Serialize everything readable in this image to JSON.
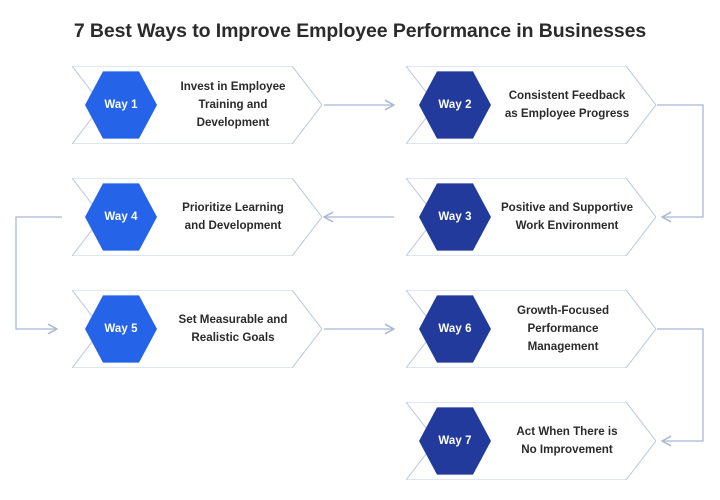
{
  "title": "7 Best Ways to Improve Employee Performance in Businesses",
  "colors": {
    "accent_bright_blue": "#2563E8",
    "accent_dark_navy": "#223A9B",
    "card_outline": "#c2ccdf",
    "connector": "#a9b8d4",
    "title_text": "#2b2b2b",
    "body_text": "#2b2b2b",
    "background": "#ffffff"
  },
  "steps": [
    {
      "badge": "Way 1",
      "text": "Invest in Employee Training and Development",
      "line1": "Invest in Employee",
      "line2": "Training and Development",
      "shade": "bright",
      "column": "left",
      "row": 1
    },
    {
      "badge": "Way 2",
      "text": "Consistent Feedback as Employee Progress",
      "line1": "Consistent Feedback",
      "line2": "as Employee Progress",
      "shade": "navy",
      "column": "right",
      "row": 1
    },
    {
      "badge": "Way 3",
      "text": "Positive and Supportive Work Environment",
      "line1": "Positive and Supportive",
      "line2": "Work Environment",
      "shade": "navy",
      "column": "right",
      "row": 2
    },
    {
      "badge": "Way 4",
      "text": "Prioritize Learning and Development",
      "line1": "Prioritize Learning",
      "line2": "and Development",
      "shade": "bright",
      "column": "left",
      "row": 2
    },
    {
      "badge": "Way 5",
      "text": "Set Measurable and Realistic Goals",
      "line1": "Set Measurable and",
      "line2": "Realistic Goals",
      "shade": "bright",
      "column": "left",
      "row": 3
    },
    {
      "badge": "Way 6",
      "text": "Growth-Focused Performance Management",
      "line1": "Growth-Focused",
      "line2": "Performance Management",
      "shade": "navy",
      "column": "right",
      "row": 3
    },
    {
      "badge": "Way 7",
      "text": "Act When There is No Improvement",
      "line1": "Act When There is",
      "line2": "No Improvement",
      "shade": "navy",
      "column": "right",
      "row": 4
    }
  ],
  "flow": [
    {
      "from": "Way 1",
      "to": "Way 2",
      "direction": "right",
      "kind": "straight"
    },
    {
      "from": "Way 2",
      "to": "Way 3",
      "direction": "left",
      "kind": "wrap-right"
    },
    {
      "from": "Way 3",
      "to": "Way 4",
      "direction": "left",
      "kind": "straight"
    },
    {
      "from": "Way 4",
      "to": "Way 5",
      "direction": "right",
      "kind": "wrap-left"
    },
    {
      "from": "Way 5",
      "to": "Way 6",
      "direction": "right",
      "kind": "straight"
    },
    {
      "from": "Way 6",
      "to": "Way 7",
      "direction": "left",
      "kind": "wrap-right"
    }
  ]
}
